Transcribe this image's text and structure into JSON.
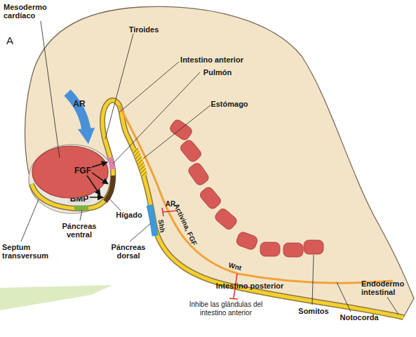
{
  "diagram": {
    "nodes": [
      {
        "text": [
          "FGF"
        ]
      },
      {
        "text": [
          "BMP"
        ]
      }
    ],
    "labels": [
      "A",
      "Mesodermo cardíaco",
      "Tiroides",
      "Intestino anterior",
      "Pulmón",
      "Estómago",
      "AR",
      "Hígado",
      "Páncreas ventral",
      "Septum transversum",
      "Páncreas dorsal",
      "AR",
      "Activina, FGF",
      "Shh",
      "Wnt",
      "Intestino posterior",
      "Inhibe las glándulas del intestino anterior",
      "Somitos",
      "Notocorda",
      "Endodermo intestinal"
    ]
  }
}
